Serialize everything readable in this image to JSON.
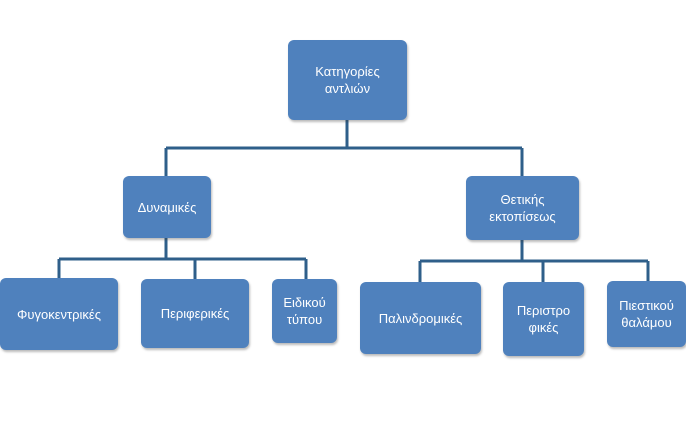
{
  "diagram": {
    "root": {
      "label": "Κατηγορίες αντλιών"
    },
    "dynamic": {
      "label": "Δυναμικές",
      "children": [
        "Φυγοκεντρικές",
        "Περιφερικές",
        "Ειδικού τύπου"
      ]
    },
    "positive": {
      "label": "Θετικής εκτοπίσεως",
      "children": [
        "Παλινδρομικές",
        "Περιστρο φικές",
        "Πιεστικού θαλάμου"
      ]
    },
    "colors": {
      "box_fill": "#4f81bd",
      "connector": "#2f5f8a",
      "text": "#ffffff"
    }
  }
}
